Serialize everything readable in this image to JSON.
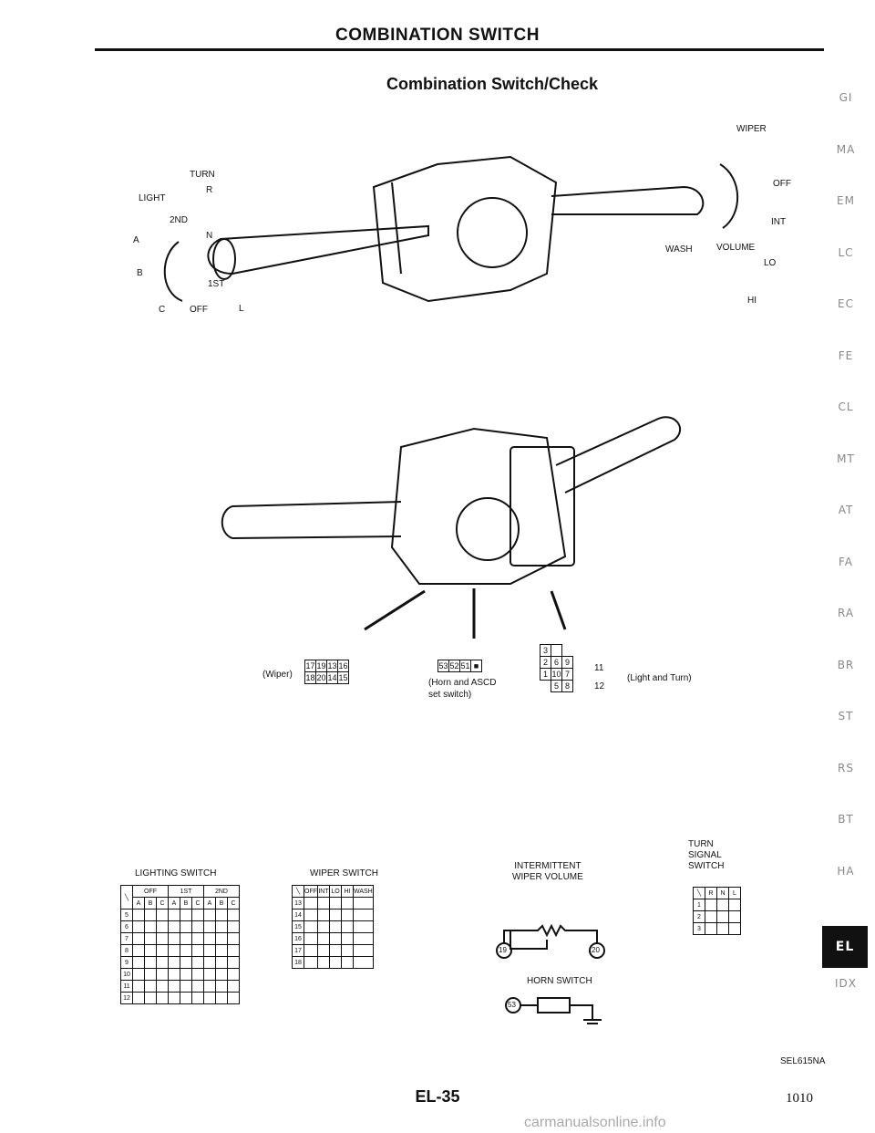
{
  "header": {
    "title": "COMBINATION SWITCH",
    "subtitle": "Combination Switch/Check"
  },
  "side_tabs": [
    "GI",
    "MA",
    "EM",
    "LC",
    "EC",
    "FE",
    "CL",
    "MT",
    "AT",
    "FA",
    "RA",
    "BR",
    "ST",
    "RS",
    "BT",
    "HA",
    "EL",
    "IDX"
  ],
  "active_tab": "EL",
  "top_diagram": {
    "turn": "TURN",
    "r": "R",
    "n": "N",
    "l": "L",
    "light": "LIGHT",
    "second": "2ND",
    "first": "1ST",
    "off": "OFF",
    "a": "A",
    "b": "B",
    "c": "C",
    "wiper": "WIPER",
    "wiper_off": "OFF",
    "int": "INT",
    "wash": "WASH",
    "volume": "VOLUME",
    "lo": "LO",
    "hi": "HI"
  },
  "connectors": {
    "wiper_label": "(Wiper)",
    "wiper_top": [
      "17",
      "19",
      "13",
      "16"
    ],
    "wiper_bottom": [
      "18",
      "20",
      "14",
      "15"
    ],
    "horn_cells": [
      "53",
      "52",
      "51"
    ],
    "horn_note": "(Horn and ASCD\nset switch)",
    "light_row1": [
      "2",
      "6",
      "9"
    ],
    "light_row2": [
      "1",
      "10",
      "7"
    ],
    "light_row3": [
      "5",
      "8"
    ],
    "light_top": "3",
    "light_11": "11",
    "light_12": "12",
    "light_note": "(Light and Turn)"
  },
  "lighting_switch": {
    "title": "LIGHTING SWITCH",
    "groups": [
      "OFF",
      "1ST",
      "2ND"
    ],
    "subcols": [
      "A",
      "B",
      "C",
      "A",
      "B",
      "C",
      "A",
      "B",
      "C"
    ],
    "rows": [
      "5",
      "6",
      "7",
      "8",
      "9",
      "10",
      "11",
      "12"
    ]
  },
  "wiper_switch": {
    "title": "WIPER SWITCH",
    "cols": [
      "OFF",
      "INT",
      "LO",
      "HI",
      "WASH"
    ],
    "rows": [
      "13",
      "14",
      "15",
      "16",
      "17",
      "18"
    ]
  },
  "intermittent": {
    "title": "INTERMITTENT\nWIPER VOLUME",
    "pin_a": "19",
    "pin_b": "20"
  },
  "turn_signal": {
    "title": "TURN\nSIGNAL\nSWITCH",
    "cols": [
      "R",
      "N",
      "L"
    ],
    "rows": [
      "1",
      "2",
      "3"
    ]
  },
  "horn_switch": {
    "title": "HORN SWITCH",
    "pin": "53"
  },
  "footer": {
    "code": "SEL615NA",
    "page_label": "EL-35",
    "page_number": "1010",
    "watermark": "carmanualsonline.info"
  }
}
